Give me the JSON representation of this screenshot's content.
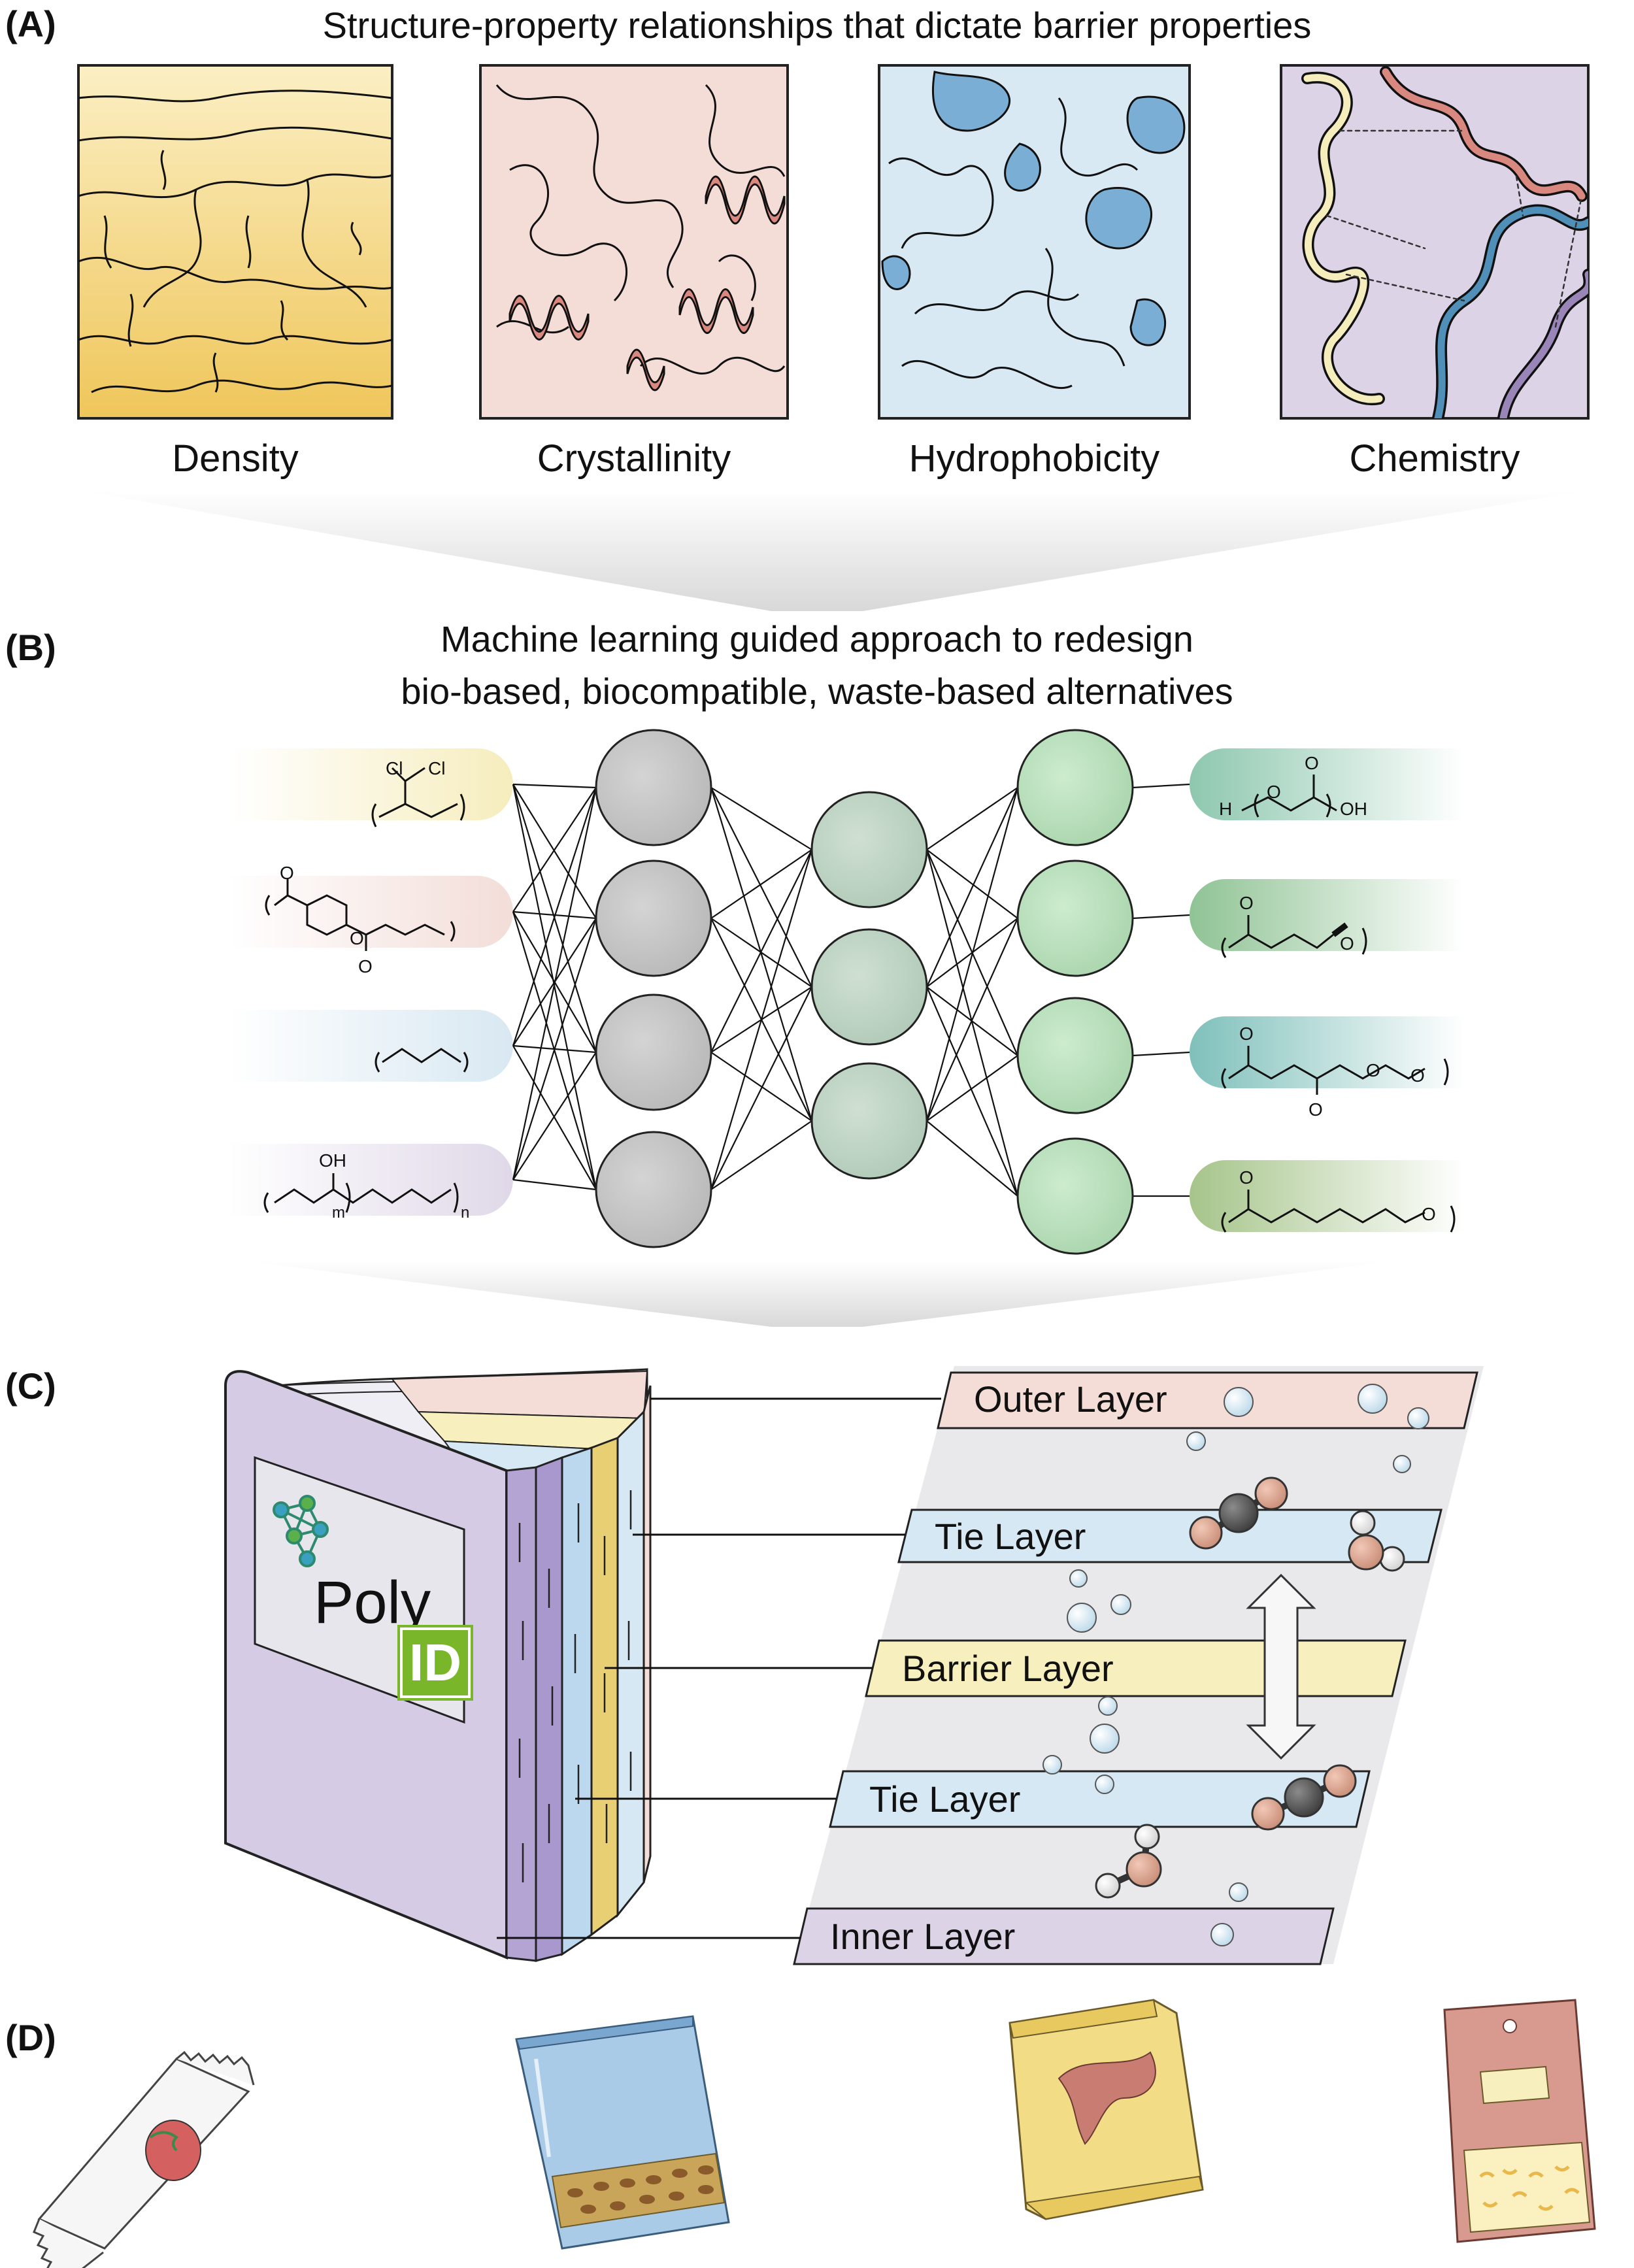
{
  "panel_a": {
    "label": "(A)",
    "title": "Structure-property relationships that dictate barrier properties",
    "tiles": [
      {
        "caption": "Density",
        "color": "#f3d98a"
      },
      {
        "caption": "Crystallinity",
        "color": "#f4ddd7"
      },
      {
        "caption": "Hydrophobicity",
        "color": "#d9e9f3"
      },
      {
        "caption": "Chemistry",
        "color": "#ddd3e6"
      }
    ]
  },
  "panel_b": {
    "label": "(B)",
    "title_line1": "Machine learning guided approach to redesign",
    "title_line2": "bio-based, biocompatible, waste-based alternatives",
    "inputs": [
      {
        "color": "#f6edbd",
        "labels": [
          "Cl",
          "Cl"
        ]
      },
      {
        "color": "#f3ddd8",
        "labels": [
          "O",
          "O",
          "O"
        ]
      },
      {
        "color": "#d8e8f2",
        "labels": []
      },
      {
        "color": "#e0d8e8",
        "labels": [
          "OH",
          "m",
          "n"
        ]
      }
    ],
    "outputs": [
      {
        "color": "#8dc7ae",
        "labels": [
          "H",
          "O",
          "O",
          "OH"
        ]
      },
      {
        "color": "#8fc394",
        "labels": [
          "O",
          "O"
        ]
      },
      {
        "color": "#7fc0bb",
        "labels": [
          "O",
          "O",
          "O",
          "O"
        ]
      },
      {
        "color": "#a6c48a",
        "labels": [
          "O",
          "O"
        ]
      }
    ],
    "node_colors": {
      "input": "#c8c8c8",
      "hidden": "#bfd5c6",
      "output": "#bde0bf"
    }
  },
  "panel_c": {
    "label": "(C)",
    "logo_text": "Poly",
    "logo_badge": "ID",
    "layers": [
      {
        "name": "Outer Layer",
        "color": "#f4ddd7"
      },
      {
        "name": "Tie Layer",
        "color": "#d6e8f3"
      },
      {
        "name": "Barrier Layer",
        "color": "#f7efbd"
      },
      {
        "name": "Tie Layer",
        "color": "#d6e8f3"
      },
      {
        "name": "Inner Layer",
        "color": "#ddd3e6"
      }
    ]
  },
  "panel_d": {
    "label": "(D)"
  }
}
